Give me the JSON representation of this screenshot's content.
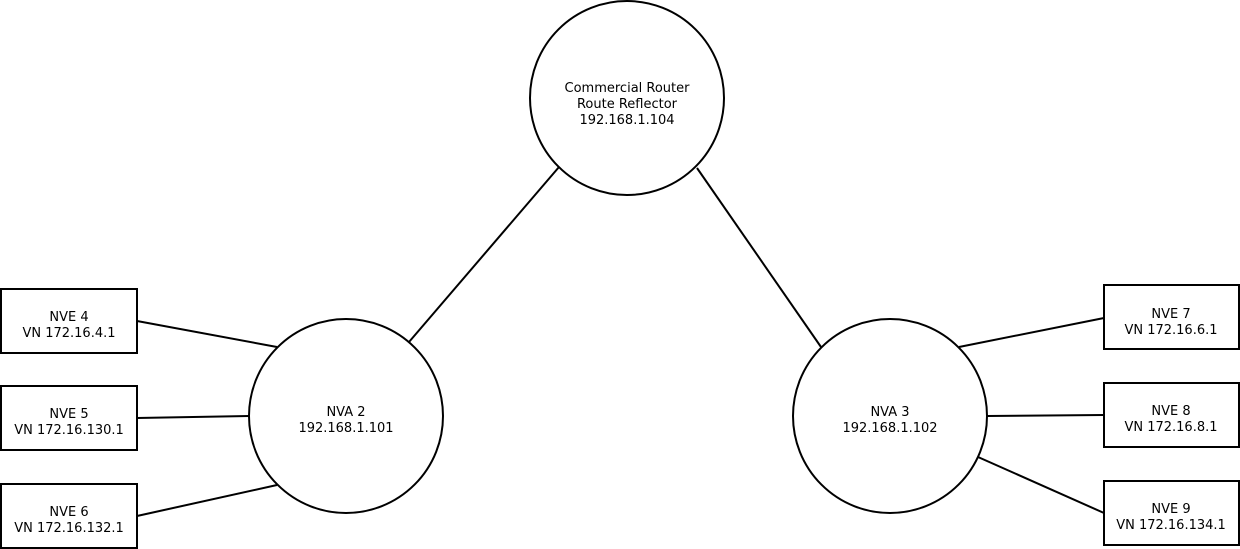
{
  "diagram": {
    "router": {
      "line1": "Commercial Router",
      "line2": "Route Reflector",
      "line3": "192.168.1.104"
    },
    "nva2": {
      "line1": "NVA 2",
      "line2": "192.168.1.101"
    },
    "nva3": {
      "line1": "NVA 3",
      "line2": "192.168.1.102"
    },
    "nve4": {
      "line1": "NVE 4",
      "line2": "VN 172.16.4.1"
    },
    "nve5": {
      "line1": "NVE 5",
      "line2": "VN 172.16.130.1"
    },
    "nve6": {
      "line1": "NVE 6",
      "line2": "VN 172.16.132.1"
    },
    "nve7": {
      "line1": "NVE 7",
      "line2": "VN 172.16.6.1"
    },
    "nve8": {
      "line1": "NVE 8",
      "line2": "VN 172.16.8.1"
    },
    "nve9": {
      "line1": "NVE 9",
      "line2": "VN 172.16.134.1"
    }
  }
}
